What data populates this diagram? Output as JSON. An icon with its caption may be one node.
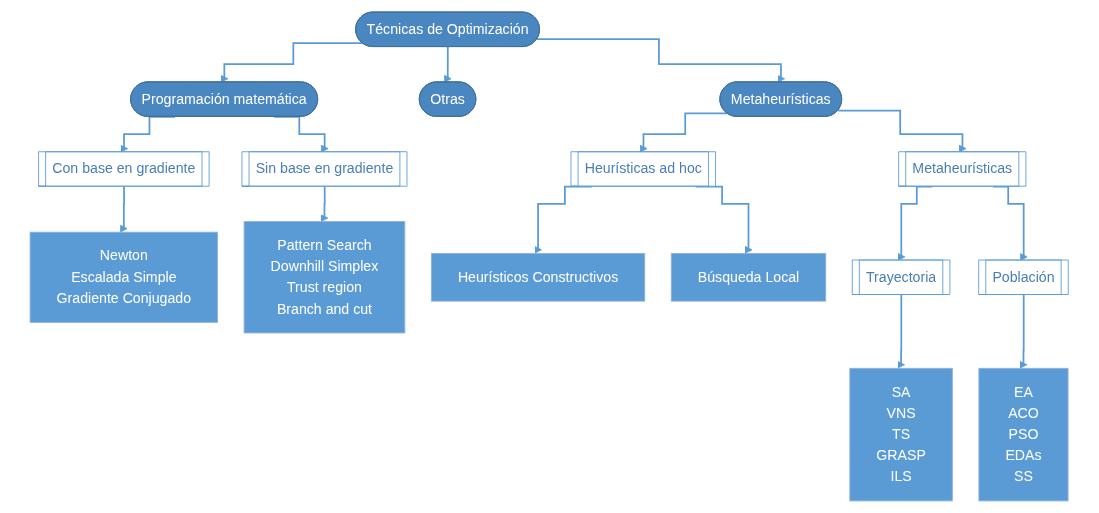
{
  "diagram": {
    "nodes": [
      {
        "text": [
          "Técnicas de Optimización"
        ]
      },
      {
        "text": [
          "Programación matemática"
        ]
      },
      {
        "text": [
          "Otras"
        ]
      },
      {
        "text": [
          "Metaheurísticas"
        ]
      },
      {
        "text": [
          "Con base en gradiente"
        ]
      },
      {
        "text": [
          "Sin base en gradiente"
        ]
      },
      {
        "text": [
          "Heurísticas ad hoc"
        ]
      },
      {
        "text": [
          "Metaheurísticas"
        ]
      },
      {
        "text": [
          "Trayectoria"
        ]
      },
      {
        "text": [
          "Población"
        ]
      },
      {
        "text": [
          "Newton",
          "Escalada Simple",
          "Gradiente Conjugado"
        ]
      },
      {
        "text": [
          "Pattern Search",
          "Downhill Simplex",
          "Trust region",
          "Branch and cut"
        ]
      },
      {
        "text": [
          "Heurísticos Constructivos"
        ]
      },
      {
        "text": [
          "Búsqueda Local"
        ]
      },
      {
        "text": [
          "SA",
          "VNS",
          "TS",
          "GRASP",
          "ILS"
        ]
      },
      {
        "text": [
          "EA",
          "ACO",
          "PSO",
          "EDAs",
          "SS"
        ]
      }
    ],
    "edges": [
      {
        "from": 0,
        "to": 1,
        "arrow": "to"
      },
      {
        "from": 0,
        "to": 2,
        "arrow": "to"
      },
      {
        "from": 0,
        "to": 3,
        "arrow": "to"
      },
      {
        "from": 1,
        "to": 4,
        "arrow": "to"
      },
      {
        "from": 1,
        "to": 5,
        "arrow": "to"
      },
      {
        "from": 4,
        "to": 10,
        "arrow": "to"
      },
      {
        "from": 5,
        "to": 11,
        "arrow": "to"
      },
      {
        "from": 3,
        "to": 6,
        "arrow": "to"
      },
      {
        "from": 3,
        "to": 7,
        "arrow": "to"
      },
      {
        "from": 6,
        "to": 12,
        "arrow": "to"
      },
      {
        "from": 6,
        "to": 13,
        "arrow": "to"
      },
      {
        "from": 7,
        "to": 8,
        "arrow": "to"
      },
      {
        "from": 7,
        "to": 9,
        "arrow": "to"
      },
      {
        "from": 8,
        "to": 14,
        "arrow": "to"
      },
      {
        "from": 9,
        "to": 15,
        "arrow": "to"
      }
    ]
  }
}
